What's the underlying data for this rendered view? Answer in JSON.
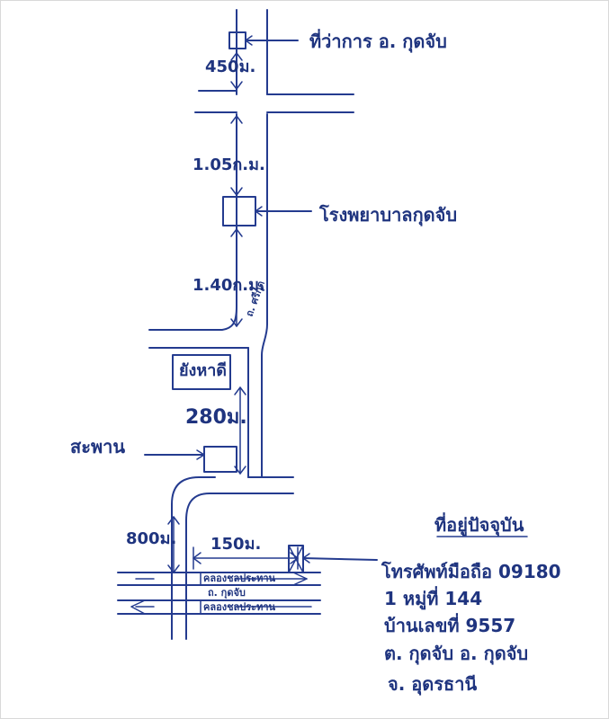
{
  "map": {
    "top_landmark_label": "ที่ว่าการ อ. กุดจับ",
    "dist_top_label": "450ม.",
    "dist_school_upper_label": "1.05ก.ม.",
    "school_label": "โรงพยาบาลกุดจับ",
    "dist_school_lower_label": "1.40ก.ม.",
    "road_side_label": "ถ. ศรีกุด",
    "shop_label": "ยังหาดี",
    "dist_mid_label": "280ม.",
    "bridge_label": "สะพาน",
    "dist_left_label": "800ม.",
    "dist_bottom_label": "150ม.",
    "canal_label_top": "คลองชลประทาน",
    "canal_road_label": "ถ. กุดจับ",
    "canal_label_bottom": "คลองชลประทาน"
  },
  "address": {
    "title": "ที่อยู่ปัจจุบัน",
    "line1": "โทรศัพท์มือถือ 09180",
    "line2": "1 หมู่ที่ 144",
    "line3": "บ้านเลขที่ 9557",
    "line4": "ต. กุดจับ อ. กุดจับ",
    "line5": "จ. อุดรธานี"
  }
}
